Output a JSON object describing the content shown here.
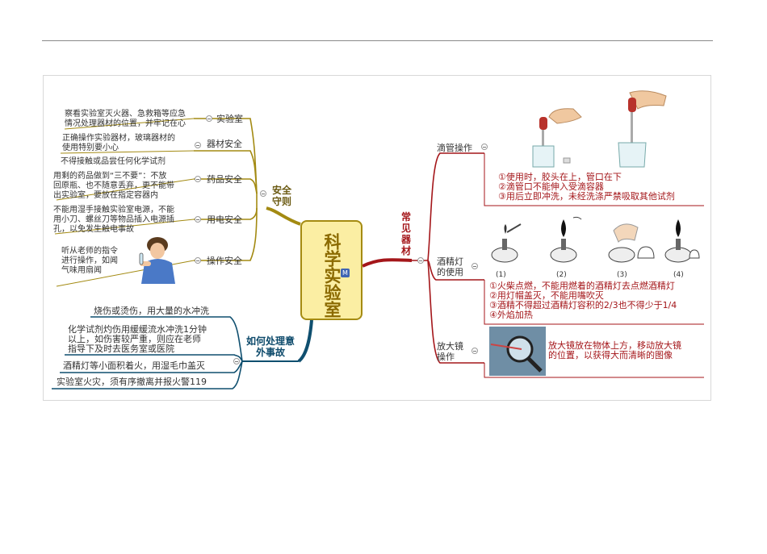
{
  "central": {
    "title": "科学实验室"
  },
  "safety": {
    "title": "安全守则",
    "items": [
      {
        "label": "实验室",
        "note": "察看实验室灭火器、急救箱等应急\n情况处理器材的位置，并牢记在心"
      },
      {
        "label": "器材安全",
        "note": "正确操作实验器材，玻璃器材的\n使用特别要小心"
      },
      {
        "label": "药品安全",
        "note_top": "不得接触或品尝任何化学试剂",
        "note": "用剩的药品做到“三不要”：不放\n回原瓶、也不随意丢弃，更不能带\n出实验室，要放在指定容器内"
      },
      {
        "label": "用电安全",
        "note": "不能用湿手接触实验室电源，不能\n用小刀、螺丝刀等物品插入电源插\n孔，以免发生触电事故"
      },
      {
        "label": "操作安全",
        "note": "听从老师的指令\n进行操作，如闻\n气味用扇闻"
      }
    ]
  },
  "emergency": {
    "title": "如何处理意外事故",
    "items": [
      "烧伤或烫伤，用大量的水冲洗",
      "化学试剂灼伤用缓缓流水冲洗1分钟\n以上，如伤害较严重，则应在老师\n指导下及时去医务室或医院",
      "酒精灯等小面积着火，用湿毛巾盖灭",
      "实验室火灾，须有序撤离并报火警119"
    ]
  },
  "equipment": {
    "title": "常见器材",
    "dropper": {
      "label": "滴管操作",
      "rules": [
        "①使用时，胶头在上，管口在下",
        "②滴管口不能伸入受滴容器",
        "③用后立即冲洗，未经洗涤严禁吸取其他试剂"
      ]
    },
    "lamp": {
      "label": "酒精灯\n的使用",
      "figure_labels": [
        "(1)",
        "(2)",
        "(3)",
        "(4)"
      ],
      "rules": [
        "①火柴点燃，不能用燃着的酒精灯去点燃酒精灯",
        "②用灯帽盖灭，不能用嘴吹灭",
        "③酒精不得超过酒精灯容积的2/3也不得少于1/4",
        "④外焰加热"
      ]
    },
    "magnifier": {
      "label": "放大镜\n操作",
      "note": "放大镜放在物体上方，移动放大镜\n的位置，以获得大而清晰的图像"
    }
  },
  "colors": {
    "olive": "#a38a12",
    "red": "#a4161a",
    "blue": "#0f4f6f",
    "central_fill": "#fbeea3"
  }
}
